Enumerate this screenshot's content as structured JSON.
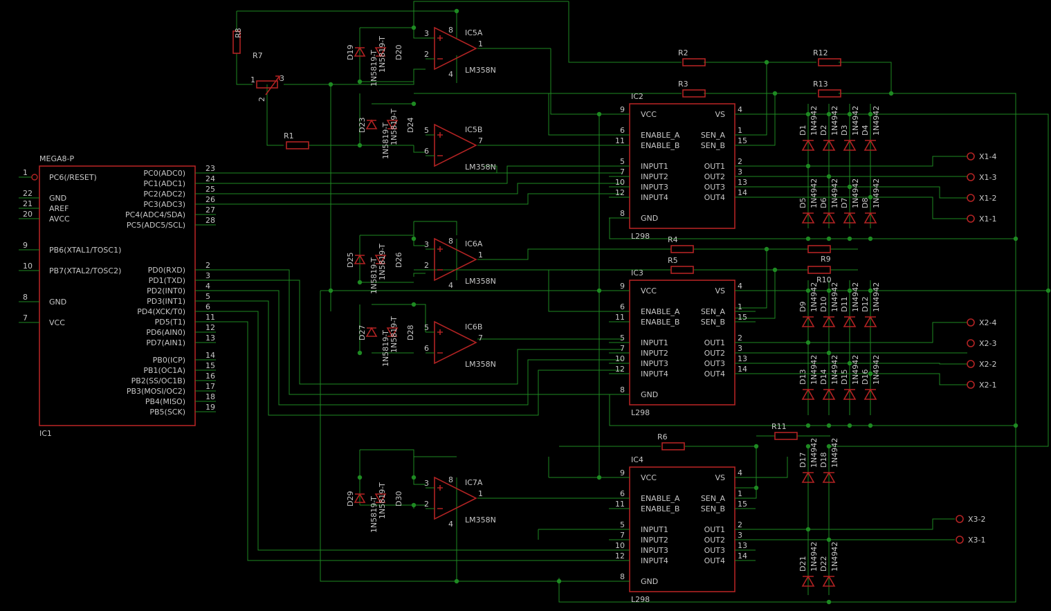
{
  "ic1": {
    "name": "IC1",
    "value": "MEGA8-P",
    "left_pins": [
      {
        "num": "1",
        "name": "PC6(/RESET)"
      },
      {
        "num": "22",
        "name": "GND"
      },
      {
        "num": "21",
        "name": "AREF"
      },
      {
        "num": "20",
        "name": "AVCC"
      },
      {
        "num": "9",
        "name": "PB6(XTAL1/TOSC1)"
      },
      {
        "num": "10",
        "name": "PB7(XTAL2/TOSC2)"
      },
      {
        "num": "8",
        "name": "GND"
      },
      {
        "num": "7",
        "name": "VCC"
      }
    ],
    "right_pins": [
      {
        "num": "23",
        "name": "PC0(ADC0)"
      },
      {
        "num": "24",
        "name": "PC1(ADC1)"
      },
      {
        "num": "25",
        "name": "PC2(ADC2)"
      },
      {
        "num": "26",
        "name": "PC3(ADC3)"
      },
      {
        "num": "27",
        "name": "PC4(ADC4/SDA)"
      },
      {
        "num": "28",
        "name": "PC5(ADC5/SCL)"
      },
      {
        "num": "2",
        "name": "PD0(RXD)"
      },
      {
        "num": "3",
        "name": "PD1(TXD)"
      },
      {
        "num": "4",
        "name": "PD2(INT0)"
      },
      {
        "num": "5",
        "name": "PD3(INT1)"
      },
      {
        "num": "6",
        "name": "PD4(XCK/T0)"
      },
      {
        "num": "11",
        "name": "PD5(T1)"
      },
      {
        "num": "12",
        "name": "PD6(AIN0)"
      },
      {
        "num": "13",
        "name": "PD7(AIN1)"
      },
      {
        "num": "14",
        "name": "PB0(ICP)"
      },
      {
        "num": "15",
        "name": "PB1(OC1A)"
      },
      {
        "num": "16",
        "name": "PB2(SS/OC1B)"
      },
      {
        "num": "17",
        "name": "PB3(MOSI/OC2)"
      },
      {
        "num": "18",
        "name": "PB4(MISO)"
      },
      {
        "num": "19",
        "name": "PB5(SCK)"
      }
    ]
  },
  "l298": {
    "value": "L298",
    "names": [
      "IC2",
      "IC3",
      "IC4"
    ],
    "left_pins": [
      {
        "num": "9",
        "name": "VCC"
      },
      {
        "num": "6",
        "name": "ENABLE_A"
      },
      {
        "num": "11",
        "name": "ENABLE_B"
      },
      {
        "num": "5",
        "name": "INPUT1"
      },
      {
        "num": "7",
        "name": "INPUT2"
      },
      {
        "num": "10",
        "name": "INPUT3"
      },
      {
        "num": "12",
        "name": "INPUT4"
      },
      {
        "num": "8",
        "name": "GND"
      }
    ],
    "right_pins": [
      {
        "num": "4",
        "name": "VS"
      },
      {
        "num": "1",
        "name": "SEN_A"
      },
      {
        "num": "15",
        "name": "SEN_B"
      },
      {
        "num": "2",
        "name": "OUT1"
      },
      {
        "num": "3",
        "name": "OUT2"
      },
      {
        "num": "13",
        "name": "OUT3"
      },
      {
        "num": "14",
        "name": "OUT4"
      }
    ]
  },
  "opamps": [
    {
      "name": "IC5A",
      "value": "LM358N",
      "in_plus": "3",
      "in_minus": "2",
      "out": "1",
      "vcc": "8",
      "gnd": "4"
    },
    {
      "name": "IC5B",
      "value": "LM358N",
      "in_plus": "5",
      "in_minus": "6",
      "out": "7"
    },
    {
      "name": "IC6A",
      "value": "LM358N",
      "in_plus": "3",
      "in_minus": "2",
      "out": "1",
      "vcc": "8",
      "gnd": "4"
    },
    {
      "name": "IC6B",
      "value": "LM358N",
      "in_plus": "5",
      "in_minus": "6",
      "out": "7"
    },
    {
      "name": "IC7A",
      "value": "LM358N",
      "in_plus": "3",
      "in_minus": "2",
      "out": "1",
      "vcc": "8",
      "gnd": "4"
    }
  ],
  "resistors": [
    "R1",
    "R2",
    "R3",
    "R4",
    "R5",
    "R6",
    "R8",
    "R9",
    "R10",
    "R11",
    "R12",
    "R13"
  ],
  "potentiometer": {
    "name": "R7",
    "pins": [
      "1",
      "2",
      "3"
    ]
  },
  "schottky_value": "1N5819-T",
  "schottky": [
    "D19",
    "D20",
    "D23",
    "D24",
    "D25",
    "D26",
    "D27",
    "D28",
    "D29",
    "D30"
  ],
  "zener_value": "1N4942",
  "diodes": [
    "D1",
    "D2",
    "D3",
    "D4",
    "D5",
    "D6",
    "D7",
    "D8",
    "D9",
    "D10",
    "D11",
    "D12",
    "D13",
    "D14",
    "D15",
    "D16",
    "D17",
    "D18",
    "D21",
    "D22"
  ],
  "connectors": [
    "X1-4",
    "X1-3",
    "X1-2",
    "X1-1",
    "X2-4",
    "X2-3",
    "X2-2",
    "X2-1",
    "X3-2",
    "X3-1"
  ],
  "colors": {
    "wire": "#1e8a22",
    "part": "#b22323",
    "text": "#c8c8c8",
    "background": "#000000"
  }
}
